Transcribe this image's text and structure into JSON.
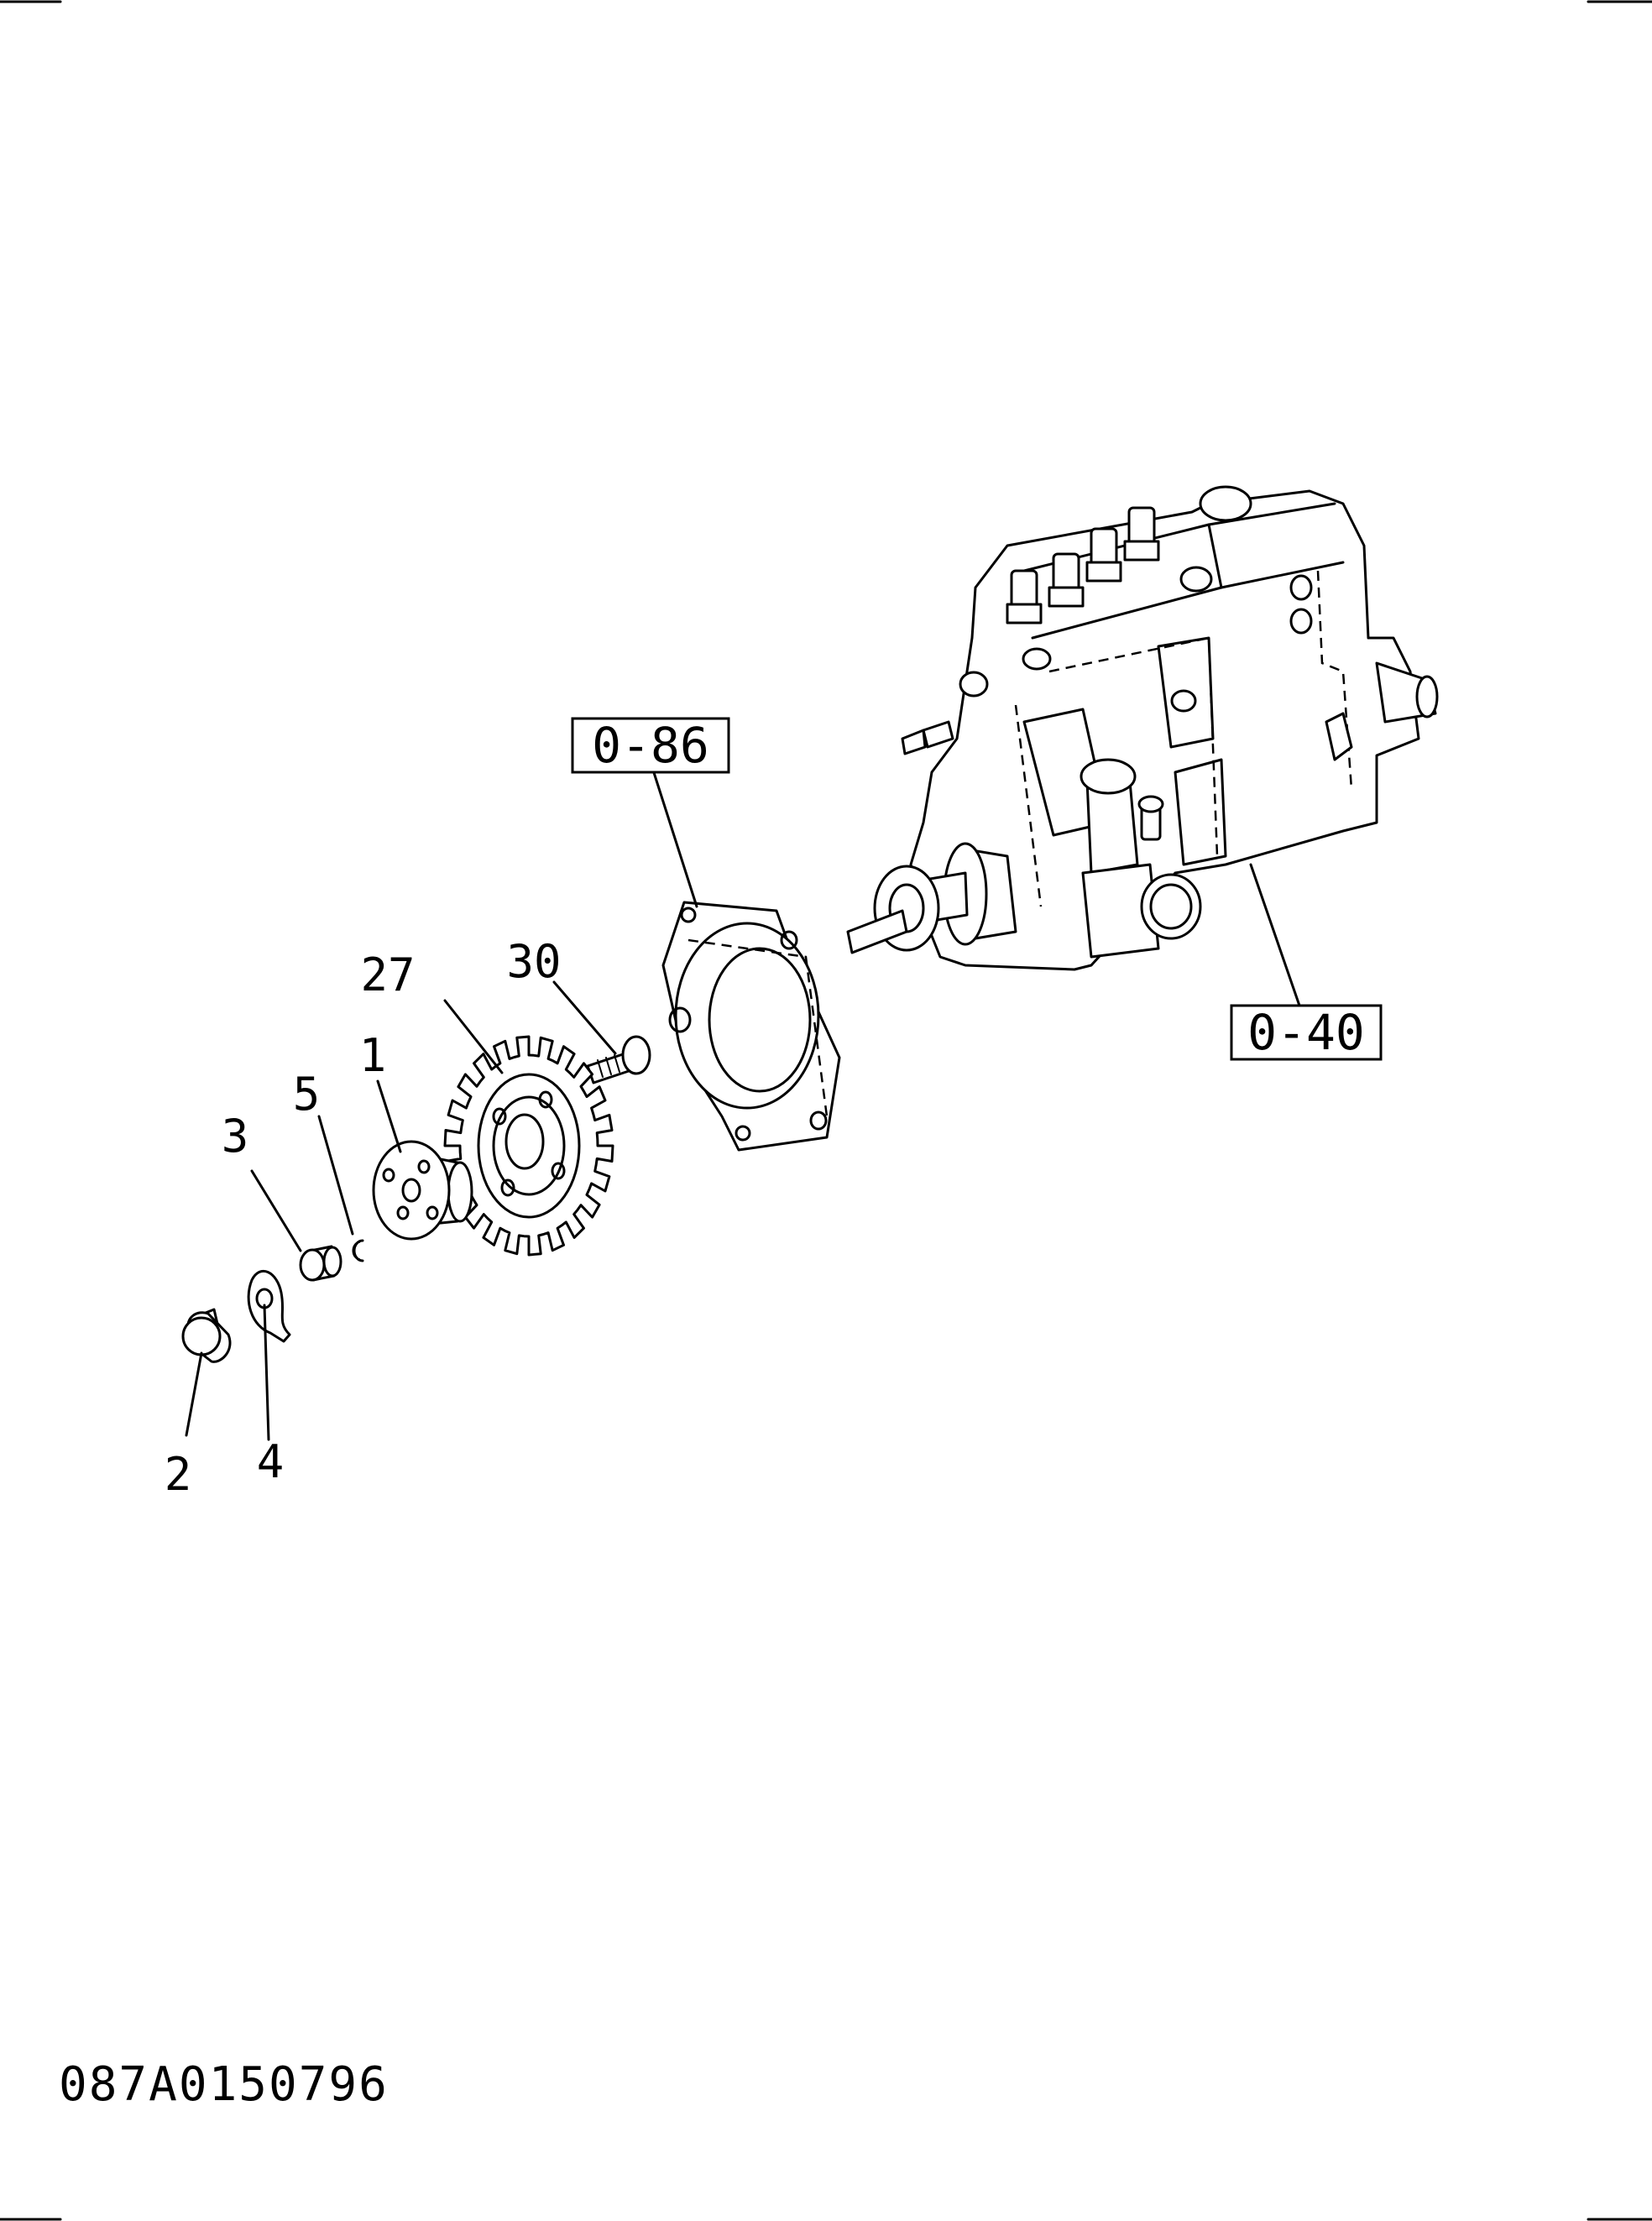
{
  "callouts": {
    "c1": "1",
    "c2": "2",
    "c3": "3",
    "c4": "4",
    "c5": "5",
    "c27": "27",
    "c30": "30"
  },
  "refs": {
    "r086": "0-86",
    "r040": "0-40"
  },
  "drawing_code": "087A0150796"
}
